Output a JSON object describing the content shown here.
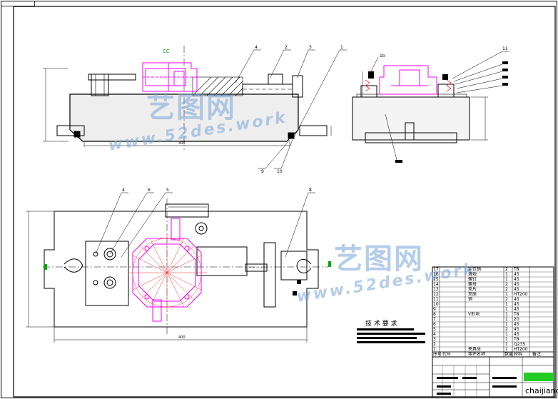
{
  "views": {
    "front_callouts": [
      "4",
      "2",
      "3",
      "1",
      "9",
      "10"
    ],
    "side_callouts": [
      "1b",
      "11"
    ],
    "top_callouts": [
      "4",
      "6",
      "5",
      "8"
    ],
    "dim_front_width": "300",
    "dim_top_width": "400",
    "cc_label": "CC"
  },
  "tech_requirements_title": "技 术 要 求",
  "bom": {
    "header": [
      "序号",
      "代号",
      "零件名称",
      "数量",
      "材料",
      "备注"
    ],
    "rows": [
      {
        "no": "17",
        "name": "定位销",
        "qty": "2",
        "mat": "T8"
      },
      {
        "no": "16",
        "name": "滑块",
        "qty": "1",
        "mat": "45"
      },
      {
        "no": "15",
        "name": "螺钉",
        "qty": "1",
        "mat": "45"
      },
      {
        "no": "14",
        "name": "螺母",
        "qty": "2",
        "mat": "45"
      },
      {
        "no": "13",
        "name": "垫片",
        "qty": "2",
        "mat": "45"
      },
      {
        "no": "12",
        "name": "支座",
        "qty": "1",
        "mat": "HT200"
      },
      {
        "no": "11",
        "name": "销",
        "qty": "2",
        "mat": "45"
      },
      {
        "no": "10",
        "name": "",
        "qty": "1",
        "mat": "45"
      },
      {
        "no": "9",
        "name": "",
        "qty": "1",
        "mat": "45"
      },
      {
        "no": "8",
        "name": "V形块",
        "qty": "1",
        "mat": "T8"
      },
      {
        "no": "7",
        "name": "",
        "qty": "1",
        "mat": "20"
      },
      {
        "no": "6",
        "name": "",
        "qty": "1",
        "mat": "45"
      },
      {
        "no": "5",
        "name": "",
        "qty": "2",
        "mat": "45"
      },
      {
        "no": "4",
        "name": "",
        "qty": "1",
        "mat": "45"
      },
      {
        "no": "3",
        "name": "",
        "qty": "1",
        "mat": "T8"
      },
      {
        "no": "2",
        "name": "",
        "qty": "1",
        "mat": "Q235"
      },
      {
        "no": "1",
        "name": "夹具体",
        "qty": "1",
        "mat": "HT200"
      }
    ]
  },
  "title_block": {
    "signature": "chaijiancao"
  },
  "watermark": {
    "brand": "艺图网",
    "url": "www.52des.work"
  },
  "colors": {
    "line": "#000000",
    "part": "#ff00ff",
    "aux": "#ff3333",
    "mark": "#00aa00",
    "stamp": "#22cc22",
    "watermark": "#7aa6d8"
  }
}
